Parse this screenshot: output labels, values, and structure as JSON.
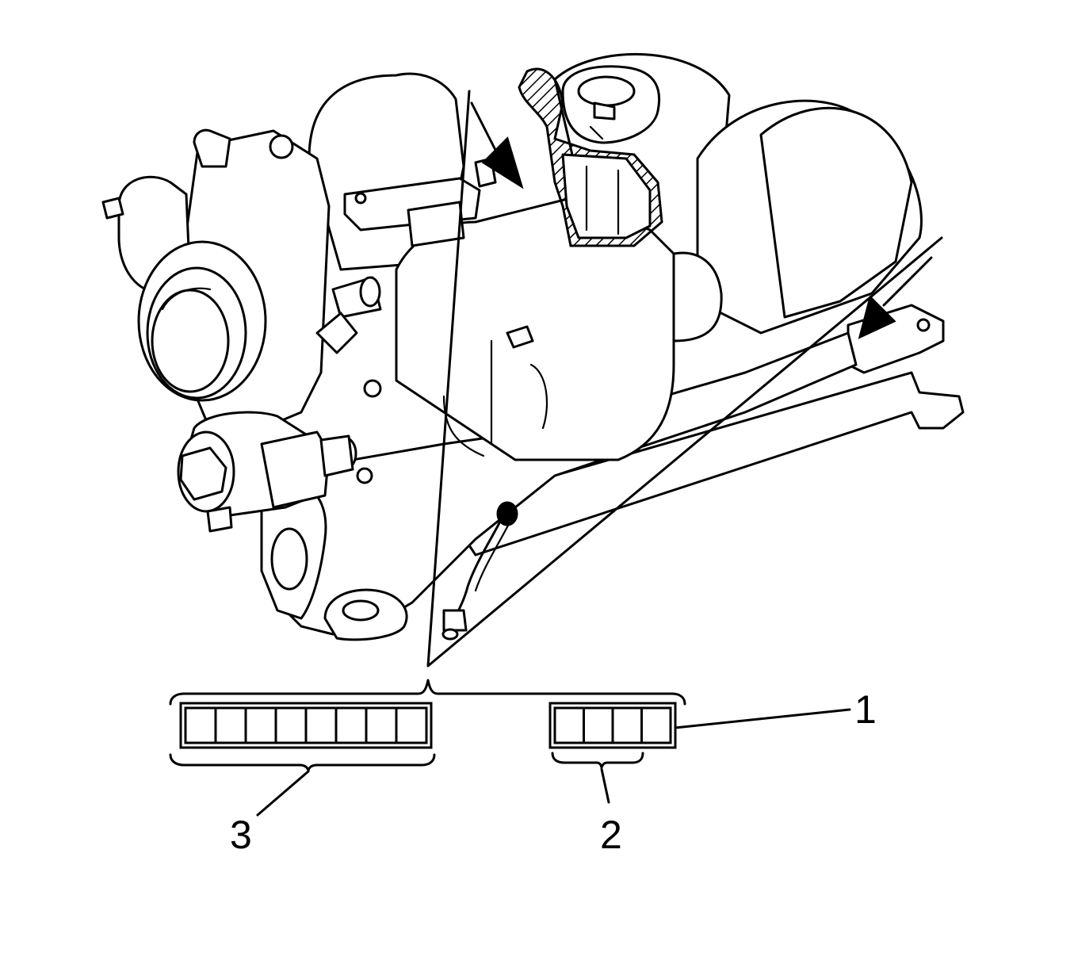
{
  "figure": {
    "callouts": [
      {
        "id": "1",
        "label": "1"
      },
      {
        "id": "2",
        "label": "2"
      },
      {
        "id": "3",
        "label": "3"
      }
    ],
    "stamp_left_cells": 8,
    "stamp_right_cells": 4,
    "colors": {
      "ink": "#000000",
      "background": "#ffffff"
    }
  }
}
